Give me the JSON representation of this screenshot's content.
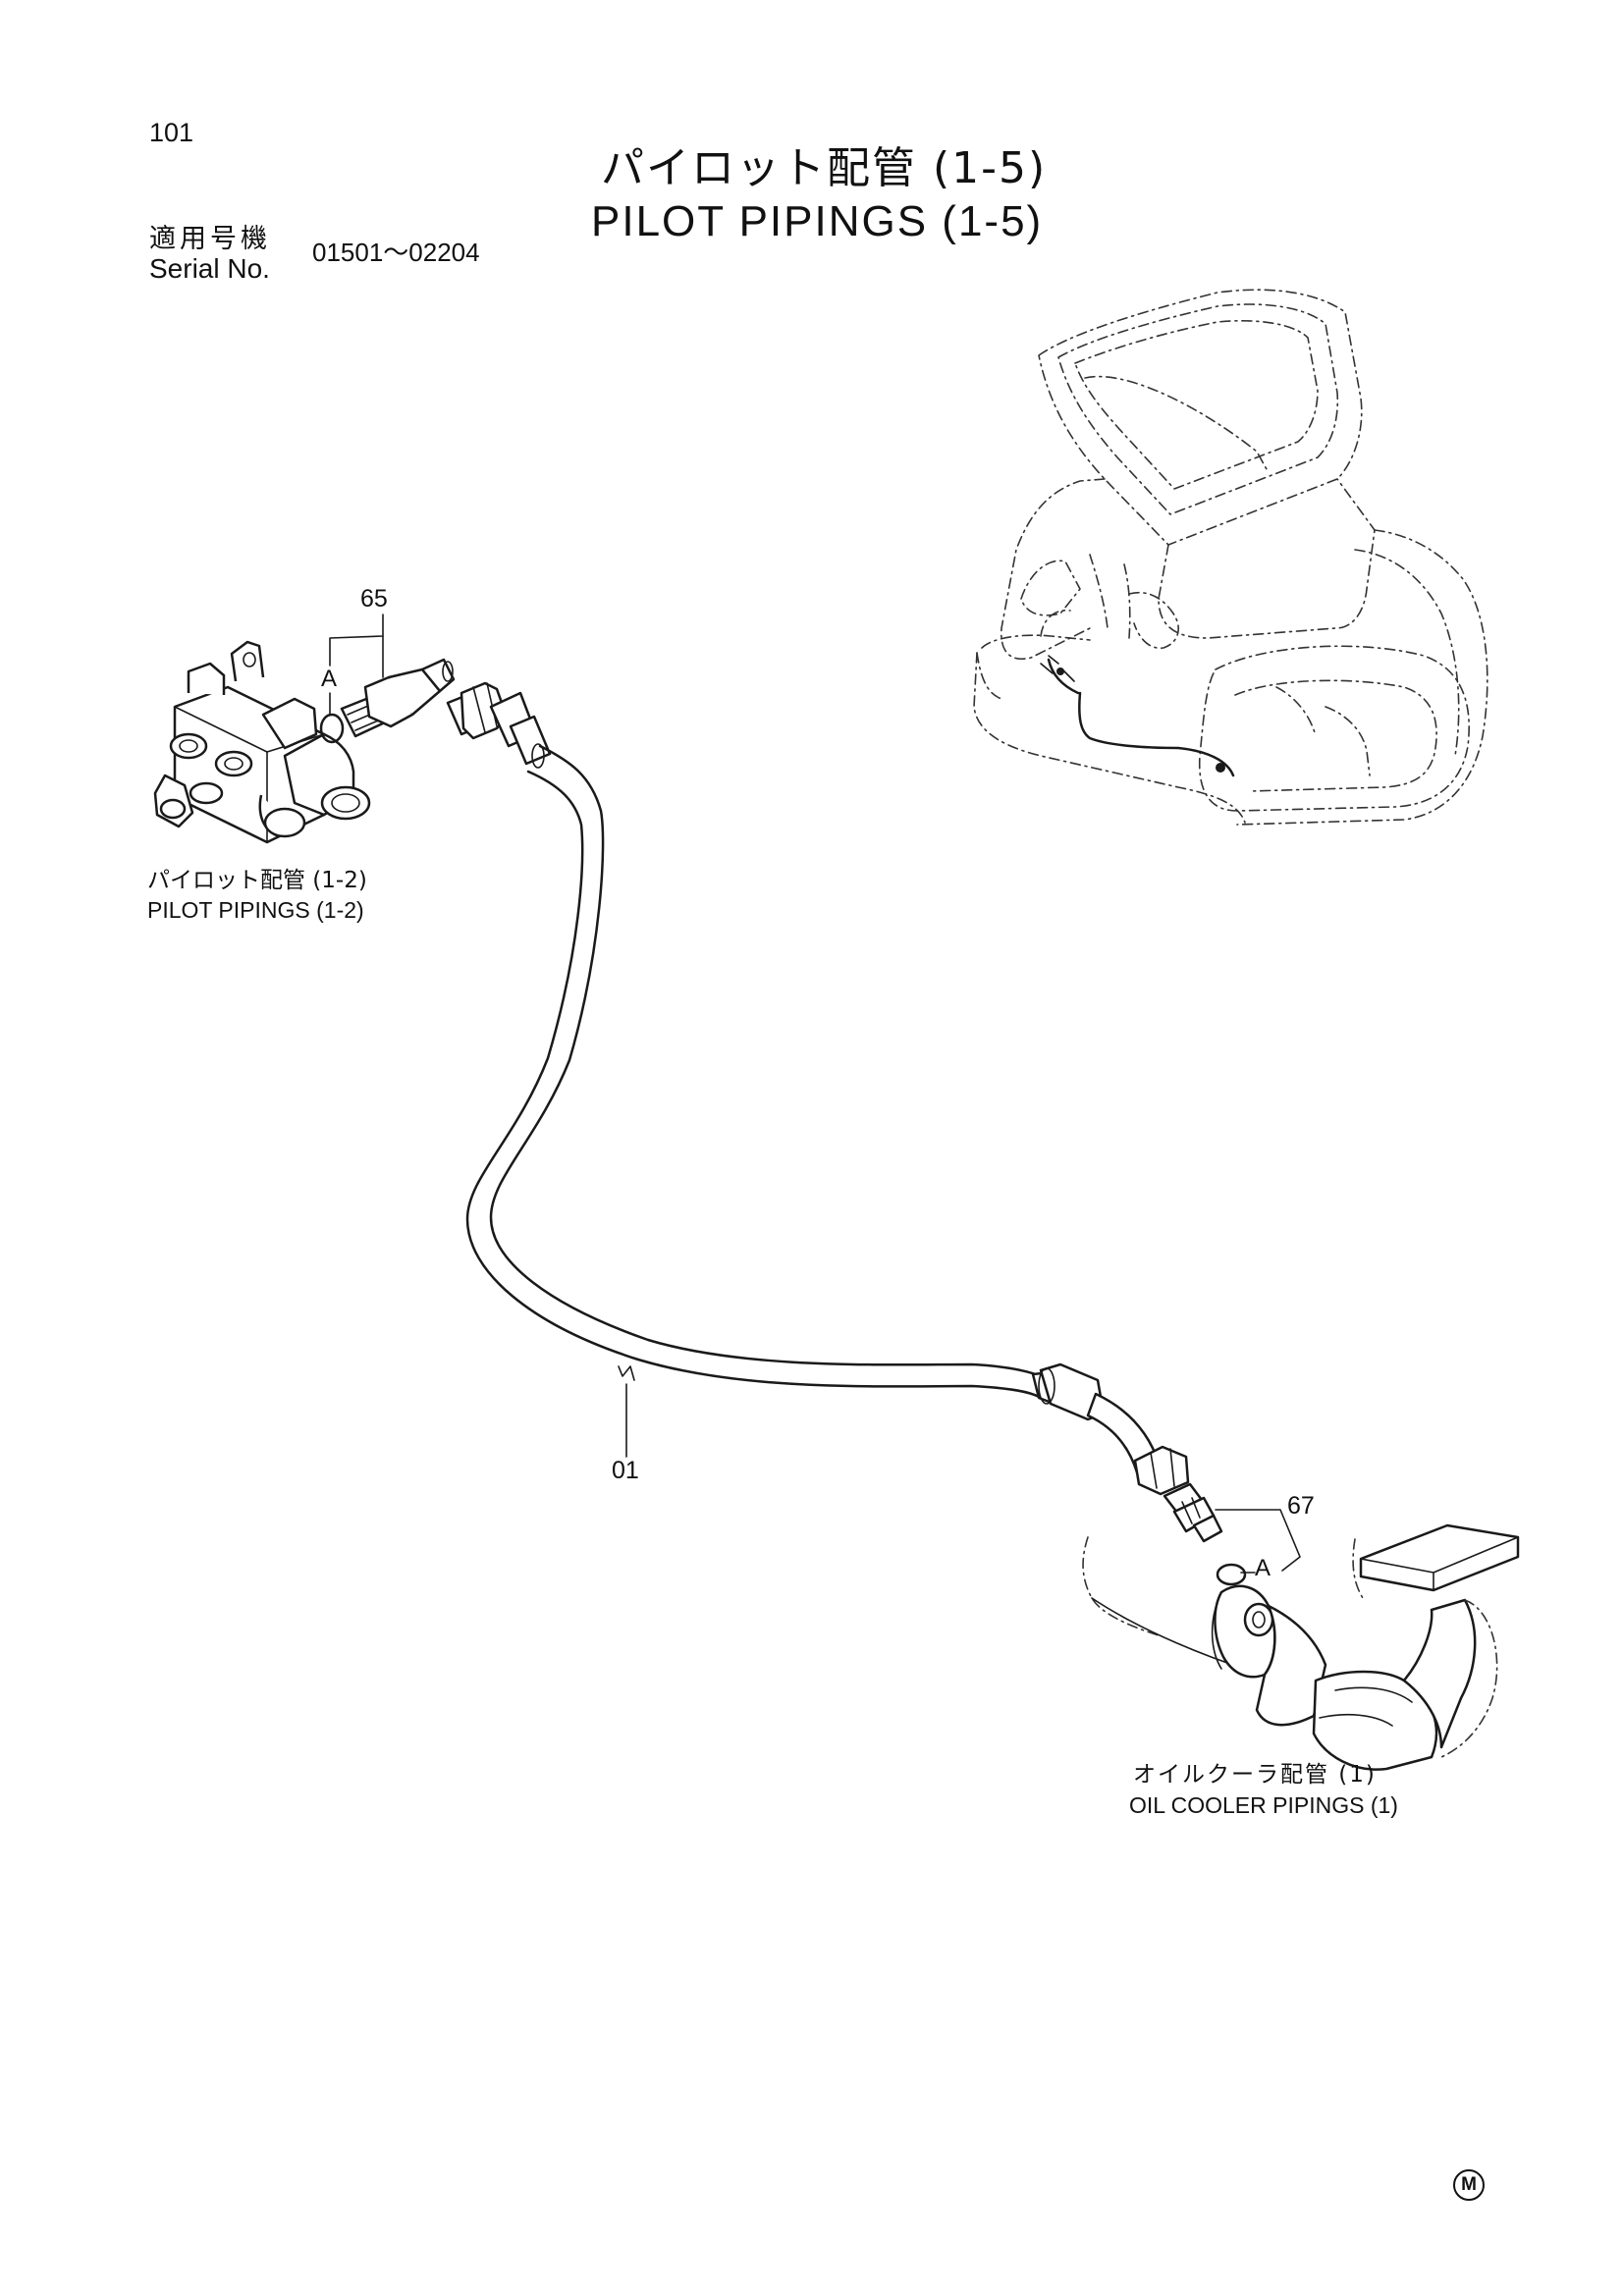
{
  "page": {
    "number": "101",
    "title_ja": "パイロット配管 (1-5)",
    "title_en": "PILOT PIPINGS (1-5)"
  },
  "serial": {
    "label_ja": "適用号機",
    "label_en": "Serial No.",
    "range": "01501～02204"
  },
  "references": {
    "left": {
      "ja": "パイロット配管 (1-2)",
      "en": "PILOT PIPINGS (1-2)"
    },
    "right": {
      "ja": "オイルクーラ配管 (1)",
      "en": "OIL COOLER PIPINGS (1)"
    }
  },
  "callouts": {
    "hose": "01",
    "fitting_left": "65",
    "fitting_right": "67",
    "oring_left": "A",
    "oring_right": "A"
  },
  "mark": "M"
}
